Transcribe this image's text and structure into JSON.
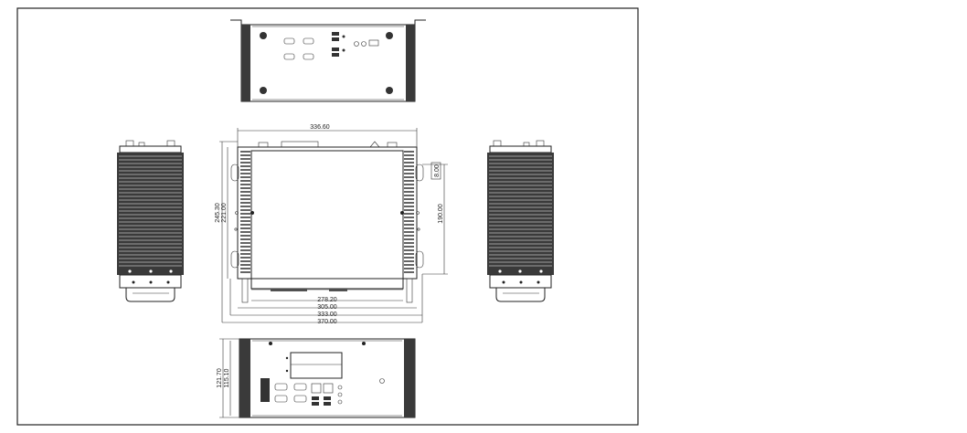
{
  "dimensions": {
    "top_width": "336.60",
    "height_outer": "245.30",
    "height_inner": "221.00",
    "mount_height": "190.00",
    "mount_pitch": "8.00",
    "width_1": "278.20",
    "width_2": "305.00",
    "width_3": "333.00",
    "width_4": "370.00",
    "front_height_outer": "121.70",
    "front_height_inner": "115.10"
  },
  "colors": {
    "line": "#222222",
    "fin": "#3a3a3a",
    "background": "#ffffff"
  }
}
